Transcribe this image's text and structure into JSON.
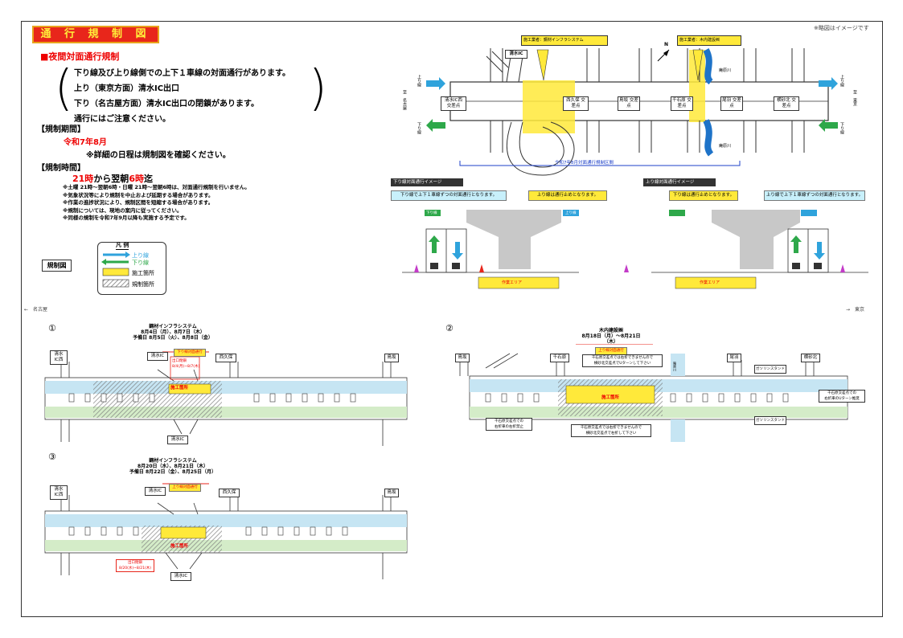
{
  "doc": {
    "title": "通 行 規 制 図",
    "top_note": "※略図はイメージです",
    "section_night": "■夜間対面通行規制",
    "desc": [
      "下り線及び上り線側での上下１車線の対面通行があります。",
      "上り（東京方面）清水IC出口",
      "下り（名古屋方面）清水IC出口の閉鎖があります。",
      "通行にはご注意ください。"
    ],
    "period_head": "【規制期間】",
    "period_value": "令和7年8月",
    "period_note": "※詳細の日程は規制図を確認ください。",
    "time_head": "【規制時間】",
    "time_value_a": "21時",
    "time_value_b": "から翌朝",
    "time_value_c": "6時",
    "time_value_d": "迄",
    "notes": [
      "※土曜 21時～翌朝6時・日曜 21時～翌朝6時は、対面通行規制を行いません。",
      "※気象状況等により規制を中止および延期する場合があります。",
      "※作業の進捗状況により、規制区間を短縮する場合があります。",
      "※規制については、現地の案内に従ってください。",
      "※同様の規制を令和7年9月以降も実施する予定です。"
    ],
    "legend_title": "凡 例",
    "legend_items": [
      "上り線",
      "下り線",
      "施工箇所",
      "規制箇所"
    ],
    "kisei_zu": "規制図"
  },
  "map": {
    "contractor1": "施工業者：鋼材インフラシステム",
    "contractor2": "施工業者：木内建設㈱",
    "ic": "清水IC",
    "north": "N",
    "up_left": "上り線",
    "down_left": "下り線",
    "up_right": "上り線",
    "down_right": "下り線",
    "west": "至　名古屋",
    "east": "至　東京",
    "nodes": [
      "清水IC西\n交差点",
      "西久保\n交差点",
      "鳥坂\n交差点",
      "千石原\n交差点",
      "尾羽\n交差点",
      "横砂北\n交差点"
    ],
    "river_top": "庵原川",
    "river_bottom": "庵原川",
    "section_label": "令和7年8月対面通行規制区間"
  },
  "images": {
    "left_head": "下り線対面通行イメージ",
    "right_head": "上り線対面通行イメージ",
    "left_banner1": "下り線で上下１車線ずつの対面通行となります。",
    "left_banner2": "上り線は通行止めとなります。",
    "right_banner1": "下り線は通行止めとなります。",
    "right_banner2": "上り線で上下１車線ずつの対面通行となります。",
    "lane_down": "下り線",
    "lane_up": "上り線",
    "work_area1": "作業エリア",
    "work_area2": "作業エリア"
  },
  "dir": {
    "left": "←　名古屋",
    "right": "→　東京"
  },
  "p1": {
    "num": "①",
    "contractor": "鋼材インフラシステム",
    "date1": "8月4日（月）、8月7日（木）",
    "date2": "予備日 8月5日（火）、8月8日（金）",
    "reg": "下り線対面通行",
    "closure": "出口閉鎖\n8/4(月)~8/7(木)",
    "work": "施工箇所",
    "nodes": [
      "清水\nIC西",
      "清水IC",
      "西久保",
      "鳥坂",
      "清水IC"
    ]
  },
  "p2": {
    "num": "②",
    "contractor": "木内建設㈱",
    "date": "8月18日（月）～8月21日（木）",
    "reg": "上り線対面通行",
    "warn": "千石原交差点では右折できませんので\n横砂北交差点でUターンして下さい",
    "left_note": "千石原交差点での\n右折車の右折禁止",
    "right_note": "千石原交差点での\n右折車のUターン推奨",
    "bottom_note": "千石原交差点では右折できませんので\n横砂北交差点で右折して下さい",
    "work": "施工箇所",
    "nodes": [
      "鳥坂",
      "千石原",
      "尾羽",
      "横砂北"
    ],
    "gs1": "ガソリンスタンド",
    "gs2": "ガソリンスタンド",
    "river": "庵原川"
  },
  "p3": {
    "num": "③",
    "contractor": "鋼材インフラシステム",
    "date1": "8月20日（水）、8月21日（木）",
    "date2": "予備日 8月22日（金）、8月25日（月）",
    "reg": "上り線対面通行",
    "closure": "出口閉鎖\n8/20(水)~8/21(木)",
    "work": "施工箇所",
    "nodes": [
      "清水\nIC西",
      "清水IC",
      "西久保",
      "鳥坂",
      "清水IC"
    ]
  },
  "colors": {
    "up": "#2fa3dc",
    "down": "#2ea84a",
    "work": "#ffe93a",
    "red": "#e8261b"
  }
}
